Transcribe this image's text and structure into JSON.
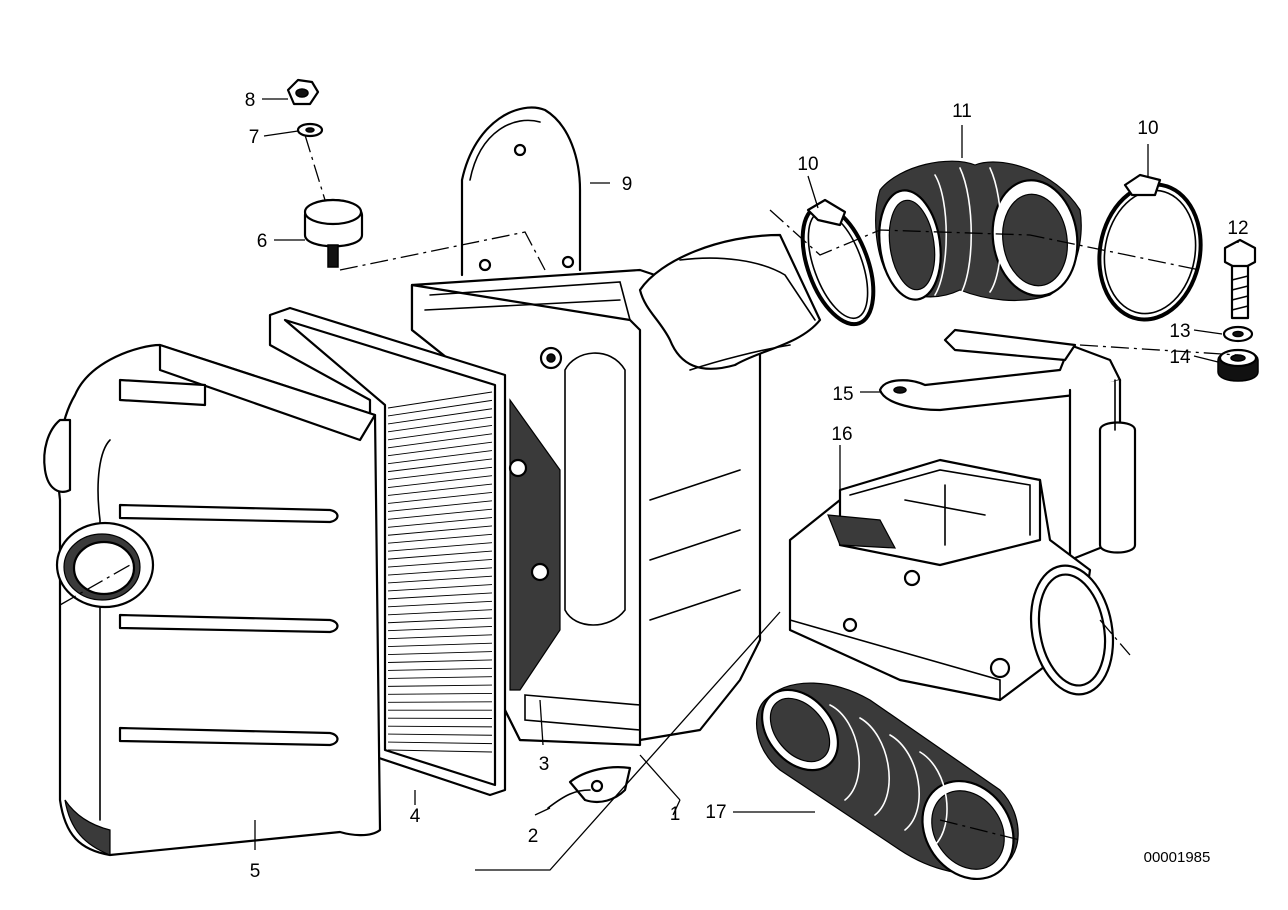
{
  "callouts": {
    "c1": "1",
    "c2": "2",
    "c3": "3",
    "c4": "4",
    "c5": "5",
    "c6": "6",
    "c7": "7",
    "c8": "8",
    "c9": "9",
    "c10a": "10",
    "c10b": "10",
    "c11": "11",
    "c12": "12",
    "c13": "13",
    "c14": "14",
    "c15": "15",
    "c16": "16",
    "c17": "17"
  },
  "reference_number": "00001985"
}
